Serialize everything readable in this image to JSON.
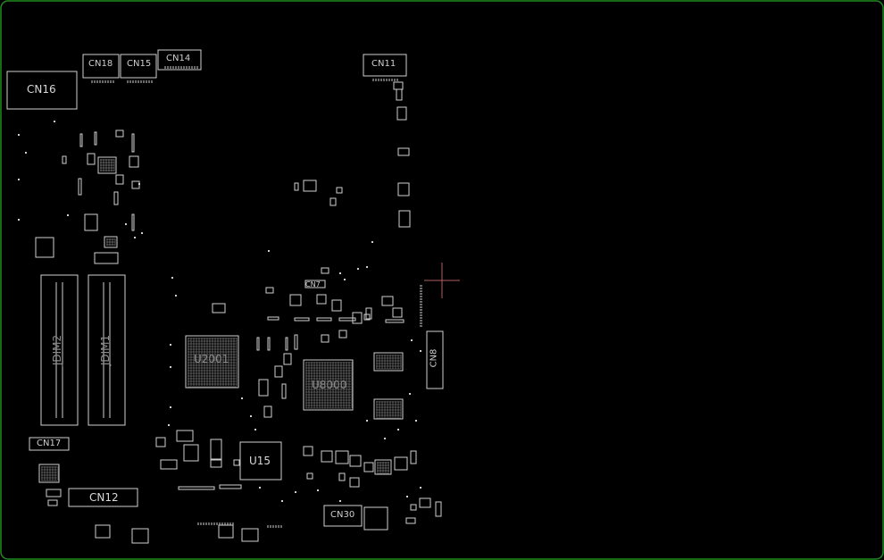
{
  "board": {
    "outline_color": "#1f8a1f",
    "silk_color": "#d0d0d0",
    "background": "#000000",
    "cursor_color": "#b06060"
  },
  "labels": {
    "cn16": "CN16",
    "cn18": "CN18",
    "cn15": "CN15",
    "cn14": "CN14",
    "cn11": "CN11",
    "cn8": "CN8",
    "cn17": "CN17",
    "cn12": "CN12",
    "cn30": "CN30",
    "jdim2": "JDIM2",
    "jdim1": "JDIM1",
    "u2001": "U2001",
    "u8000": "U8000",
    "u15": "U15",
    "cn7": "CN7"
  },
  "icons": {
    "cursor": "crosshair-icon"
  }
}
